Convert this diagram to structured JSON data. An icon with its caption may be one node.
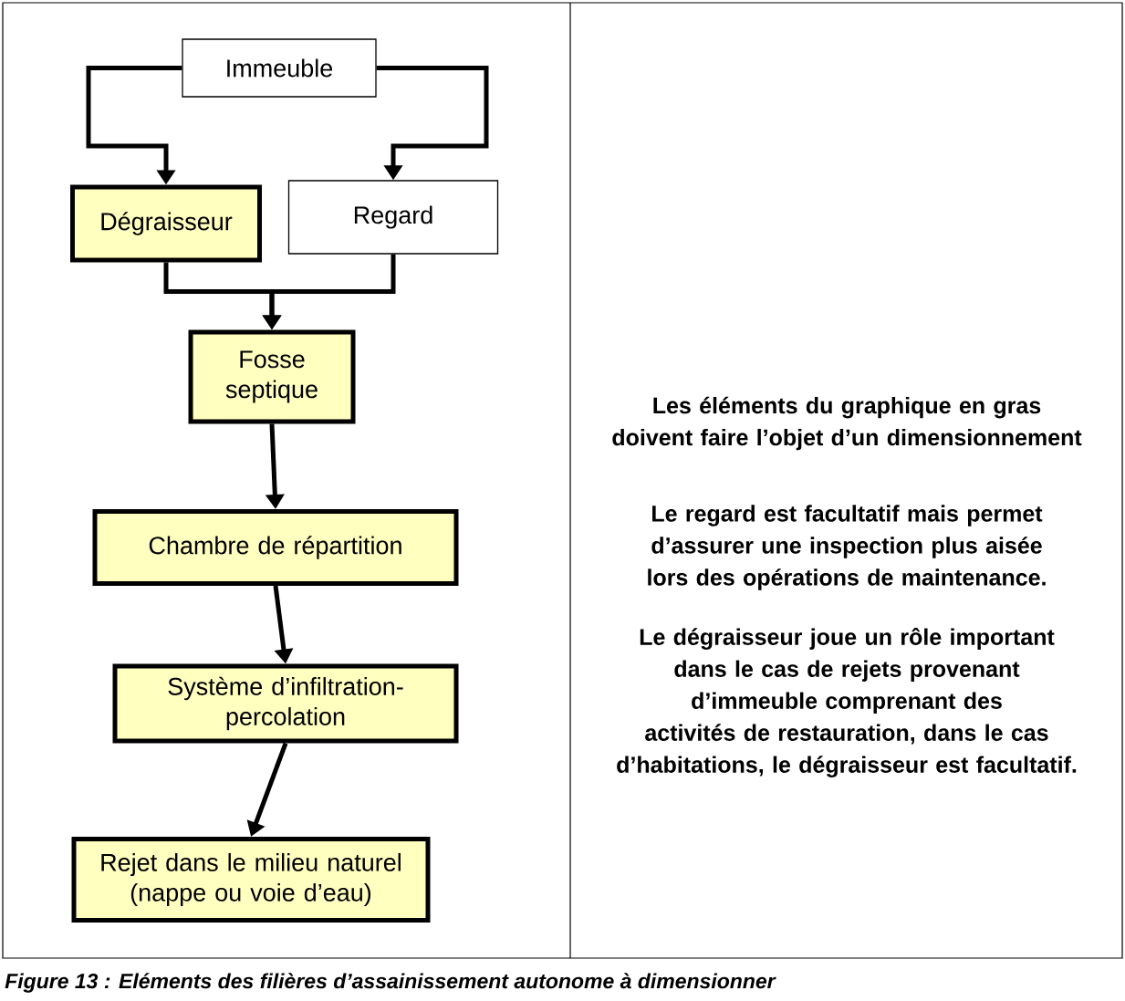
{
  "diagram": {
    "caption": "Figure 13 :  Eléments des filières d’assainissement autonome à dimensionner",
    "nodes": [
      {
        "text": [
          "Immeuble"
        ]
      },
      {
        "text": [
          "Dégraisseur"
        ]
      },
      {
        "text": [
          "Regard"
        ]
      },
      {
        "text": [
          "Fosse septique"
        ]
      },
      {
        "text": [
          "Chambre de répartition"
        ]
      },
      {
        "text": [
          "Système d’infiltration-percolation"
        ]
      },
      {
        "text": [
          "Rejet dans le milieu naturel (nappe ou voie d’eau)"
        ]
      }
    ],
    "edges": [
      {
        "from": 0,
        "to": 1,
        "arrow": "to"
      },
      {
        "from": 0,
        "to": 2,
        "arrow": "to"
      },
      {
        "from": 1,
        "to": 3,
        "arrow": "to"
      },
      {
        "from": 2,
        "to": 3,
        "arrow": "to"
      },
      {
        "from": 3,
        "to": 4,
        "arrow": "to"
      },
      {
        "from": 4,
        "to": 5,
        "arrow": "to"
      },
      {
        "from": 5,
        "to": 6,
        "arrow": "to"
      }
    ],
    "labels": [
      "Les éléments du graphique en gras doivent faire l’objet d’un dimensionnement",
      "Le regard est facultatif mais permet d’assurer une inspection plus aisée lors des opérations de maintenance.",
      "Le dégraisseur joue un rôle important dans le cas de rejets provenant d’immeuble comprenant des activités de restauration, dans le cas d’habitations, le dégraisseur est facultatif."
    ]
  }
}
